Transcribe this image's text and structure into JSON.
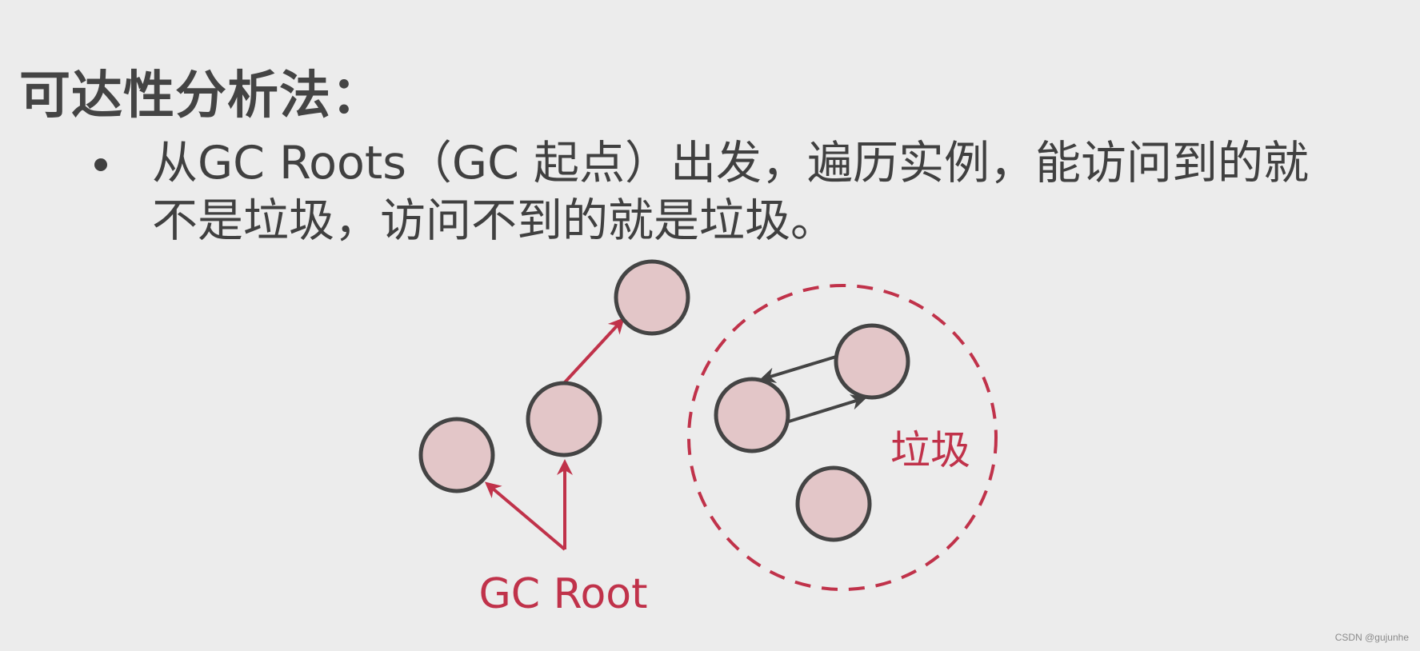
{
  "slide": {
    "title": "可达性分析法：",
    "bullet": {
      "line1": "从GC Roots（GC 起点）出发，遍历实例，能访问到的就",
      "line2": "不是垃圾，访问不到的就是垃圾。"
    }
  },
  "diagram": {
    "root_label": "GC Root",
    "garbage_label": "垃圾",
    "colors": {
      "node_fill": "#e3c6c8",
      "node_stroke": "#444444",
      "accent": "#c0324a",
      "background": "#ececec"
    },
    "reachable_nodes": 3,
    "garbage_nodes": 3
  },
  "watermark": "CSDN @gujunhe"
}
